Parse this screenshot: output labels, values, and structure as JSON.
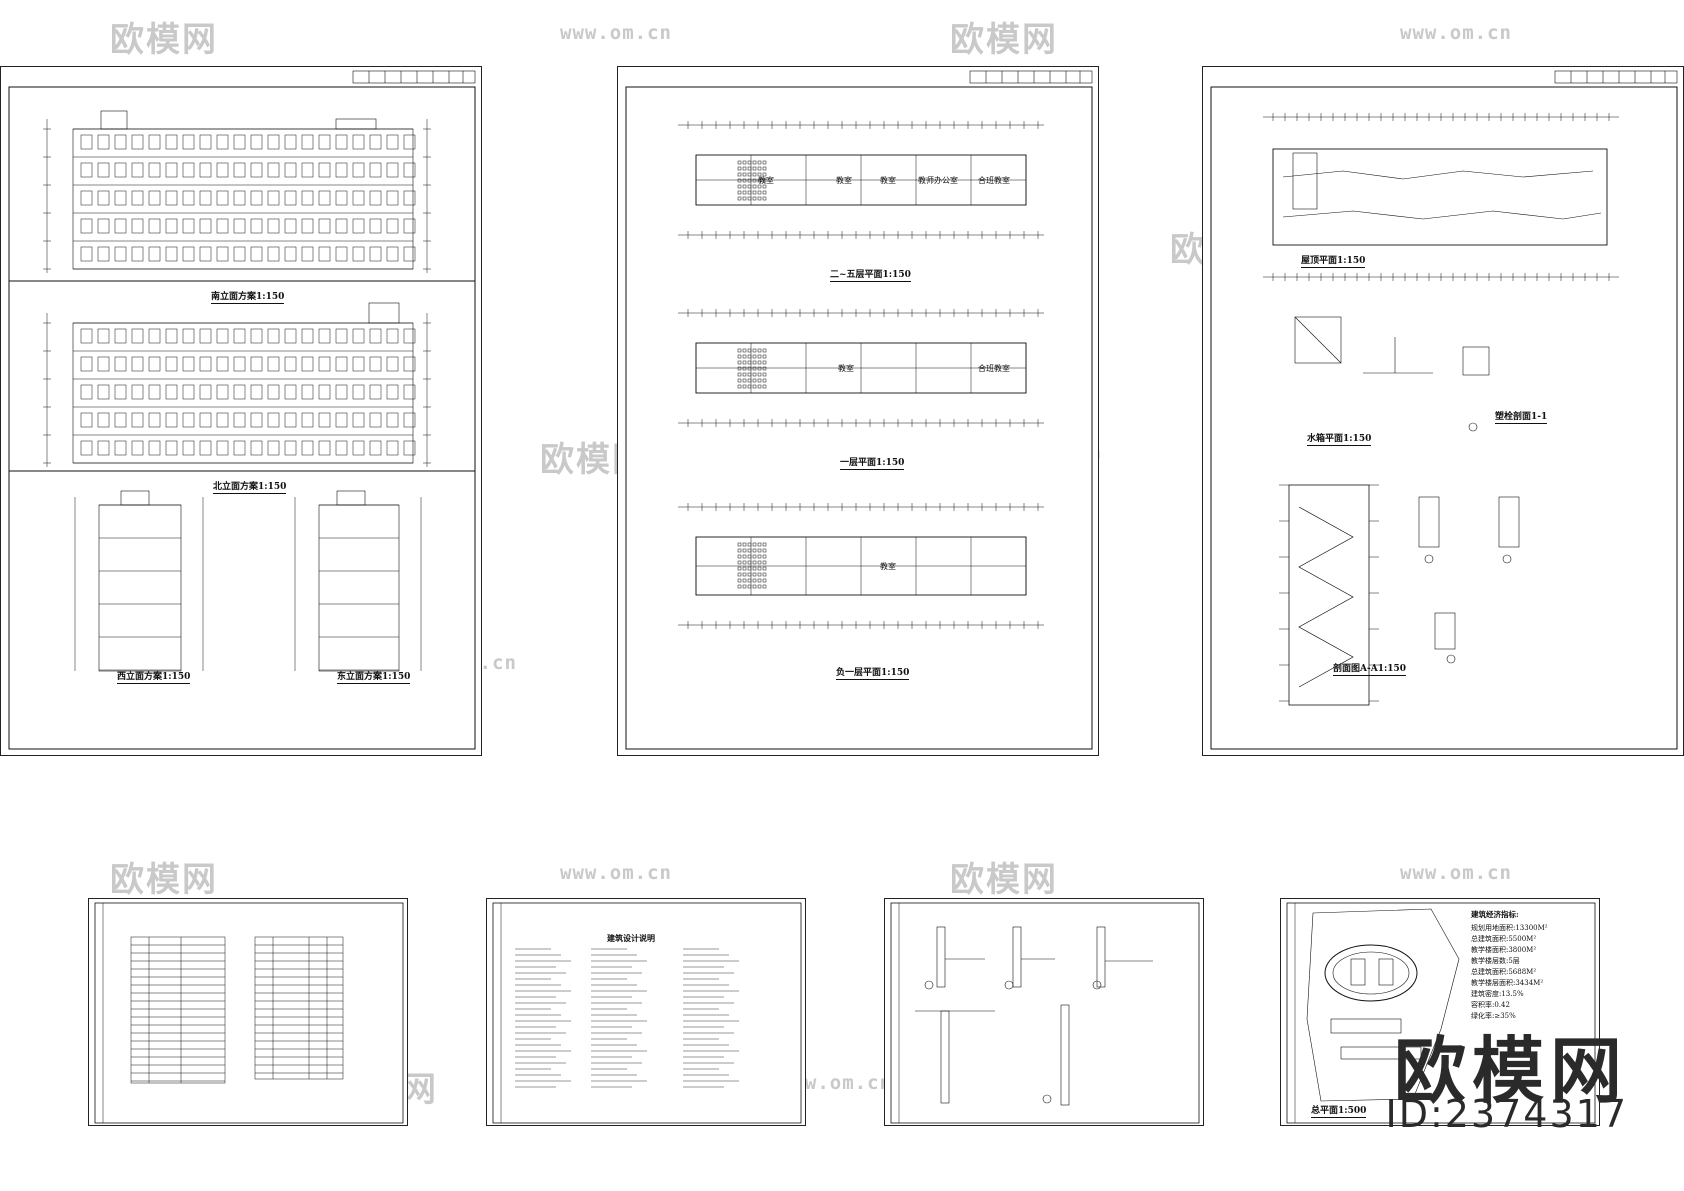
{
  "sheets": {
    "elevations": {
      "captions": [
        "南立面方案1:150",
        "北立面方案1:150",
        "西立面方案1:150",
        "东立面方案1:150"
      ]
    },
    "plans": {
      "captions": [
        "二~五层平面1:150",
        "一层平面1:150",
        "负一层平面1:150"
      ],
      "rooms": [
        "教室",
        "教室",
        "教室",
        "教室",
        "教室",
        "教师办公室",
        "合班教室"
      ]
    },
    "roof": {
      "captions": [
        "屋顶平面1:150",
        "水箱平面1:150",
        "塑栓剖面1-1",
        "剖面图A-A1:150"
      ]
    },
    "notes": {
      "title": "建筑设计说明"
    },
    "site": {
      "caption": "总平面1:500",
      "stats_title": "建筑经济指标:",
      "stats": [
        "规划用地面积:13300M²",
        "总建筑面积:5500M²",
        "教学楼面积:3800M²",
        "教学楼层数:5层",
        "总建筑面积:5688M²",
        "教学楼层面积:3434M²",
        "建筑密度:13.5%",
        "容积率:0.42",
        "绿化率:≥35%"
      ]
    }
  },
  "watermark": {
    "logo_text": "欧模网",
    "url_text": "www.om.cn"
  },
  "brand": {
    "name": "欧模网",
    "id": "ID:2374317"
  }
}
